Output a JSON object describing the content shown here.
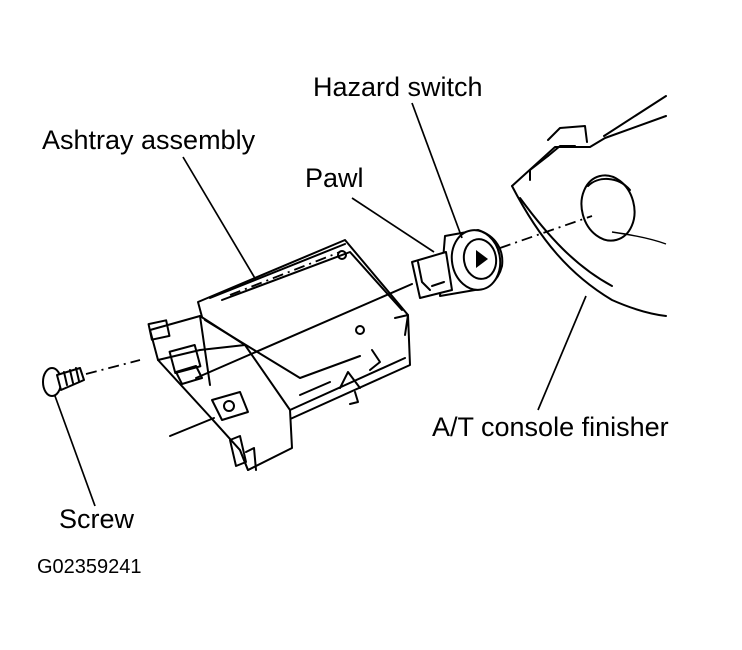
{
  "labels": {
    "hazard_switch": "Hazard switch",
    "ashtray_assembly": "Ashtray assembly",
    "pawl": "Pawl",
    "console_finisher": "A/T console finisher",
    "screw": "Screw"
  },
  "figure_code": "G02359241"
}
